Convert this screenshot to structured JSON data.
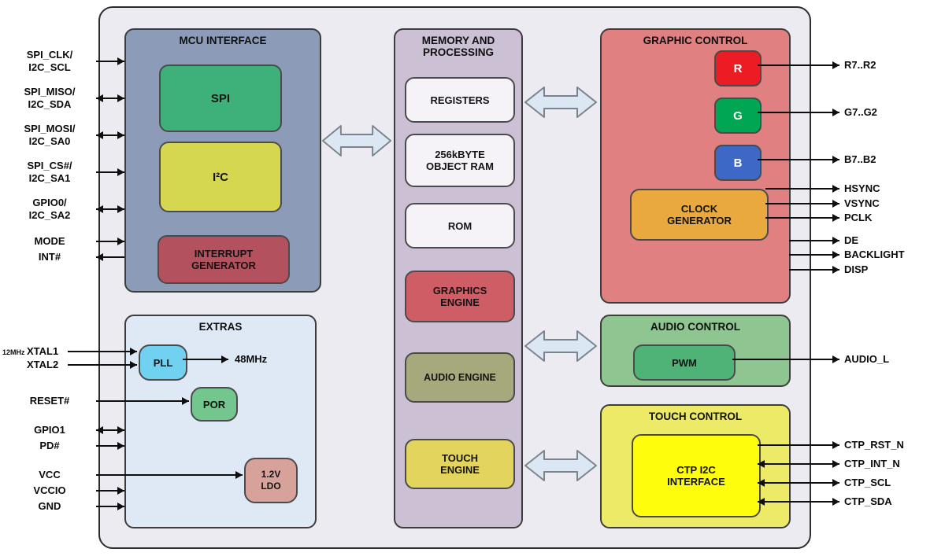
{
  "blocks": {
    "mcu_interface": {
      "title": "MCU INTERFACE",
      "children": {
        "spi": "SPI",
        "i2c": "I²C",
        "interrupt_generator": "INTERRUPT\nGENERATOR"
      }
    },
    "extras": {
      "title": "EXTRAS",
      "children": {
        "pll": "PLL",
        "por": "POR",
        "ldo": "1.2V\nLDO"
      },
      "pll_output": "48MHz"
    },
    "memory_processing": {
      "title": "MEMORY AND\nPROCESSING",
      "children": {
        "registers": "REGISTERS",
        "object_ram": "256kBYTE\nOBJECT RAM",
        "rom": "ROM",
        "graphics_engine": "GRAPHICS\nENGINE",
        "audio_engine": "AUDIO ENGINE",
        "touch_engine": "TOUCH\nENGINE"
      }
    },
    "graphic_control": {
      "title": "GRAPHIC CONTROL",
      "children": {
        "r": "R",
        "g": "G",
        "b": "B",
        "clock_generator": "CLOCK\nGENERATOR"
      }
    },
    "audio_control": {
      "title": "AUDIO CONTROL",
      "children": {
        "pwm": "PWM"
      }
    },
    "touch_control": {
      "title": "TOUCH CONTROL",
      "children": {
        "ctp_i2c_interface": "CTP I2C\nINTERFACE"
      }
    }
  },
  "pins_left": [
    {
      "label": "SPI_CLK/\nI2C_SCL",
      "direction": "input"
    },
    {
      "label": "SPI_MISO/\nI2C_SDA",
      "direction": "bidirectional"
    },
    {
      "label": "SPI_MOSI/\nI2C_SA0",
      "direction": "bidirectional"
    },
    {
      "label": "SPI_CS#/\nI2C_SA1",
      "direction": "input"
    },
    {
      "label": "GPIO0/\nI2C_SA2",
      "direction": "bidirectional"
    },
    {
      "label": "MODE",
      "direction": "input"
    },
    {
      "label": "INT#",
      "direction": "output"
    },
    {
      "label": "XTAL1",
      "direction": "input",
      "prefix": "12MHz"
    },
    {
      "label": "XTAL2",
      "direction": "input"
    },
    {
      "label": "RESET#",
      "direction": "input"
    },
    {
      "label": "GPIO1",
      "direction": "bidirectional"
    },
    {
      "label": "PD#",
      "direction": "input"
    },
    {
      "label": "VCC",
      "direction": "input"
    },
    {
      "label": "VCCIO",
      "direction": "input"
    },
    {
      "label": "GND",
      "direction": "input"
    }
  ],
  "pins_right": [
    {
      "label": "R7..R2",
      "direction": "output"
    },
    {
      "label": "G7..G2",
      "direction": "output"
    },
    {
      "label": "B7..B2",
      "direction": "output"
    },
    {
      "label": "HSYNC",
      "direction": "output"
    },
    {
      "label": "VSYNC",
      "direction": "output"
    },
    {
      "label": "PCLK",
      "direction": "output"
    },
    {
      "label": "DE",
      "direction": "output"
    },
    {
      "label": "BACKLIGHT",
      "direction": "output"
    },
    {
      "label": "DISP",
      "direction": "output"
    },
    {
      "label": "AUDIO_L",
      "direction": "output"
    },
    {
      "label": "CTP_RST_N",
      "direction": "output"
    },
    {
      "label": "CTP_INT_N",
      "direction": "bidirectional"
    },
    {
      "label": "CTP_SCL",
      "direction": "bidirectional"
    },
    {
      "label": "CTP_SDA",
      "direction": "bidirectional"
    }
  ],
  "colors": {
    "canvas_background": "#ffffff",
    "outer_background": "#ecebf1",
    "mcu_interface": "#8c9cb8",
    "spi": "#3eb07a",
    "i2c": "#d6d750",
    "interrupt_generator": "#b4515e",
    "extras": "#dfe9f5",
    "pll": "#71d1f0",
    "por": "#72c68e",
    "ldo": "#d7a29a",
    "memory_processing": "#cbc0d4",
    "memory_nodes": "#f5f3f8",
    "graphics_engine": "#cf5d65",
    "audio_engine": "#a5a97b",
    "touch_engine": "#e3d45d",
    "graphic_control": "#e08081",
    "r": "#ec1c24",
    "g": "#00a651",
    "b": "#3e68c6",
    "clock_generator": "#e9a93e",
    "audio_control": "#8fc591",
    "pwm": "#4fb277",
    "touch_control": "#edea68",
    "ctp_i2c_interface": "#fdfd0c",
    "bus_arrow_fill": "#dbe7f2",
    "wire": "#0e0e0e"
  }
}
